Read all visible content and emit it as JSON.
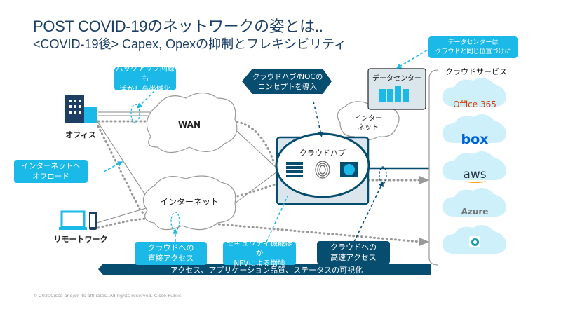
{
  "title": "POST COVID-19のネットワークの姿とは..",
  "subtitle": "<COVID-19後> Capex, Opexの抑制とフレキシビリティ",
  "callouts": {
    "datacenter_note": "データセンターは\nクラウドと同じ位置づけに",
    "backup": "バックアップ回線も\n活かし高帯域化",
    "cloud_hub_noc": "クラウドハブ/NOCの\nコンセプトを導入",
    "offload": "インターネットへ\nオフロード",
    "direct": "クラウドへの\n直接アクセス",
    "security": "セキュリティ機能ほか\nNFVによる増強",
    "fast": "クラウドへの\n高速アクセス",
    "visibility": "アクセス、アプリケーション品質、ステータスの可視化"
  },
  "nodes": {
    "office": "オフィス",
    "remote": "リモートワーク",
    "wan": "WAN",
    "internet": "インターネット",
    "internet_small": "インター\nネット",
    "cloud_hub": "クラウドハブ",
    "datacenter": "データセンター"
  },
  "cloud_services": {
    "heading": "クラウドサービス",
    "items": [
      {
        "name": "Office 365",
        "color": "#d83b01"
      },
      {
        "name": "box",
        "color": "#0061d5"
      },
      {
        "name": "aws",
        "color": "#232f3e"
      },
      {
        "name": "Azure",
        "color": "#737373"
      },
      {
        "name": "webex-logo",
        "color": "#1e9ab0"
      }
    ]
  },
  "footer": "© 2020Cisco and/or its affiliates. All rights reserved. Cisco Public",
  "colors": {
    "navy": "#064d70",
    "cyan": "#1bb9e8",
    "cloud_fill": "#cdf0fb"
  }
}
